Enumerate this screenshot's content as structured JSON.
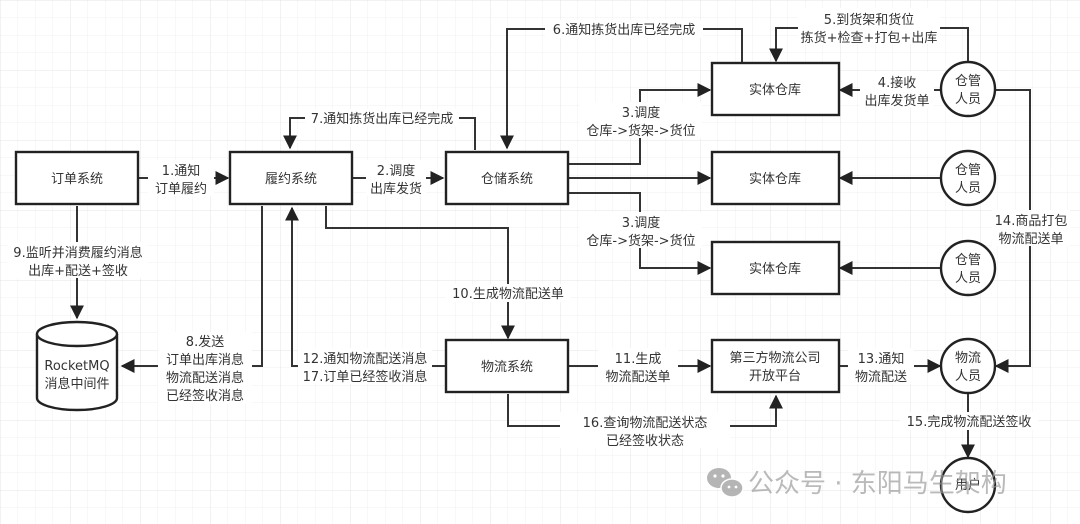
{
  "nodes": {
    "order": "订单系统",
    "fulfill": "履约系统",
    "storage": "仓储系统",
    "warehouse1": "实体仓库",
    "warehouse2": "实体仓库",
    "warehouse3": "实体仓库",
    "keeper1": [
      "仓管",
      "人员"
    ],
    "keeper2": [
      "仓管",
      "人员"
    ],
    "keeper3": [
      "仓管",
      "人员"
    ],
    "mq": [
      "RocketMQ",
      "消息中间件"
    ],
    "logistics": "物流系统",
    "thirdparty": [
      "第三方物流公司",
      "开放平台"
    ],
    "courier": [
      "物流",
      "人员"
    ],
    "user": "用户"
  },
  "edges": {
    "e1": [
      "1.通知",
      "订单履约"
    ],
    "e2": [
      "2.调度",
      "出库发货"
    ],
    "e3a": [
      "3.调度",
      "仓库->货架->货位"
    ],
    "e3b": [
      "3.调度",
      "仓库->货架->货位"
    ],
    "e4": [
      "4.接收",
      "出库发货单"
    ],
    "e5": [
      "5.到货架和货位",
      "拣货+检查+打包+出库"
    ],
    "e6": "6.通知拣货出库已经完成",
    "e7": "7.通知拣货出库已经完成",
    "e8": [
      "8.发送",
      "订单出库消息",
      "物流配送消息",
      "已经签收消息"
    ],
    "e9": [
      "9.监听并消费履约消息",
      "出库+配送+签收"
    ],
    "e10": "10.生成物流配送单",
    "e11": [
      "11.生成",
      "物流配送单"
    ],
    "e12_17": [
      "12.通知物流配送消息",
      "17.订单已经签收消息"
    ],
    "e13": [
      "13.通知",
      "物流配送"
    ],
    "e14": [
      "14.商品打包",
      "物流配送单"
    ],
    "e15": "15.完成物流配送签收",
    "e16": [
      "16.查询物流配送状态",
      "已经签收状态"
    ]
  },
  "watermark": "公众号 · 东阳马生架构"
}
